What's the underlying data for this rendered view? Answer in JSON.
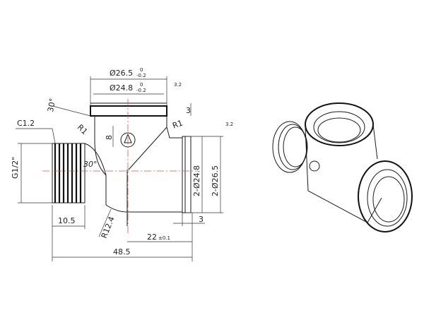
{
  "drawing": {
    "title": "G1/2\" tee fitting technical drawing",
    "colors": {
      "line": "#1a1a1a",
      "centerline": "#d9534f",
      "background": "#ffffff"
    },
    "dimensions": {
      "top_outer_dia": "Ø26.5",
      "top_inner_dia": "Ø24.8",
      "tol_upper": "0",
      "tol_lower": "-0.2",
      "right_inner_dia": "2-Ø24.8",
      "right_outer_dia": "2-Ø26.5",
      "chamfer": "C1.2",
      "thread": "G1/2\"",
      "angle_top": "30°",
      "angle_mid": "30°",
      "radius_left": "R1",
      "radius_right": "R1",
      "radius_bottom": "R12.4",
      "height_boss": "8",
      "top_wall": "3",
      "right_wall": "3",
      "thread_length": "10.5",
      "branch_length": "22",
      "branch_tol": "±0.1",
      "overall_length": "48.5",
      "roughness": "3.2"
    }
  }
}
